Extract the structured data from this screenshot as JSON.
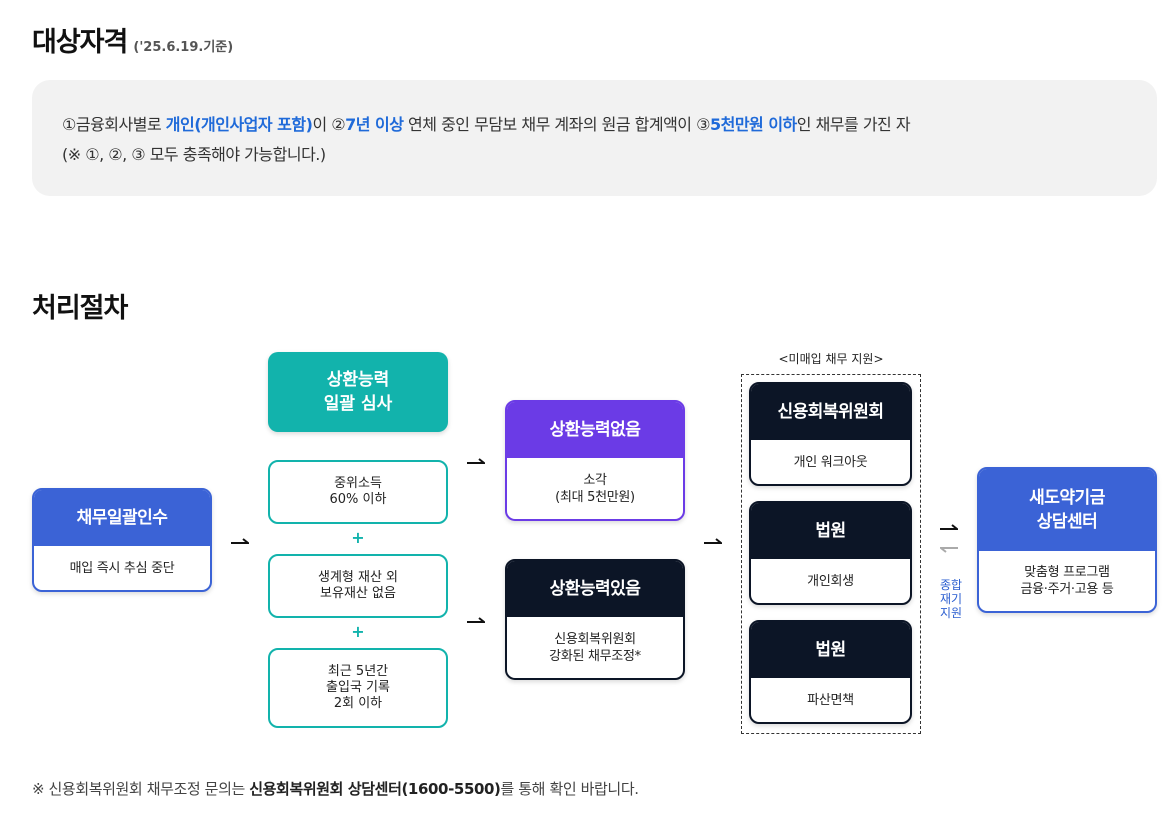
{
  "eligibility": {
    "title": "대상자격",
    "date_note": "('25.6.19.기준)",
    "seg1": "①금융회사별로 ",
    "hl1": "개인(개인사업자 포함)",
    "seg2": "이 ②",
    "hl2": "7년 이상",
    "seg3": " 연체 중인 무담보 채무 계좌의 원금 합계액이 ③",
    "hl3": "5천만원 이하",
    "seg4": "인 채무를 가진 자",
    "line2": "(※ ①, ②, ③ 모두 충족해야 가능합니다.)"
  },
  "procedure": {
    "title": "처리절차",
    "purchase": {
      "head": "채무일괄인수",
      "body": "매입 즉시 추심 중단"
    },
    "review": {
      "head": "상환능력\n일괄 심사"
    },
    "criteria": [
      "중위소득\n60% 이하",
      "생계형 재산 외\n보유재산 없음",
      "최근 5년간\n출입국 기록\n2회 이하"
    ],
    "plus": "+",
    "no_ability": {
      "head": "상환능력없음",
      "body": "소각\n(최대 5천만원)"
    },
    "has_ability": {
      "head": "상환능력있음",
      "body": "신용회복위원회\n강화된 채무조정*"
    },
    "unpurchased_label": "<미매입 채무 지원>",
    "ccrs": {
      "head": "신용회복위원회",
      "body": "개인 워크아웃"
    },
    "court1": {
      "head": "법원",
      "body": "개인회생"
    },
    "court2": {
      "head": "법원",
      "body": "파산면책"
    },
    "side_text": "종합\n재기\n지원",
    "center": {
      "head": "새도약기금\n상담센터",
      "body": "맞춤형 프로그램\n금융·주거·고용 등"
    }
  },
  "footer": {
    "prefix": "※ 신용회복위원회 채무조정 문의는 ",
    "bold": "신용회복위원회 상담센터(1600-5500)",
    "suffix": "를 통해 확인 바랍니다."
  },
  "colors": {
    "accent_blue": "#1f6ad9",
    "card_blue": "#3b63d6",
    "purple": "#6b3be6",
    "navy": "#0c1526",
    "teal": "#12b3ac"
  }
}
